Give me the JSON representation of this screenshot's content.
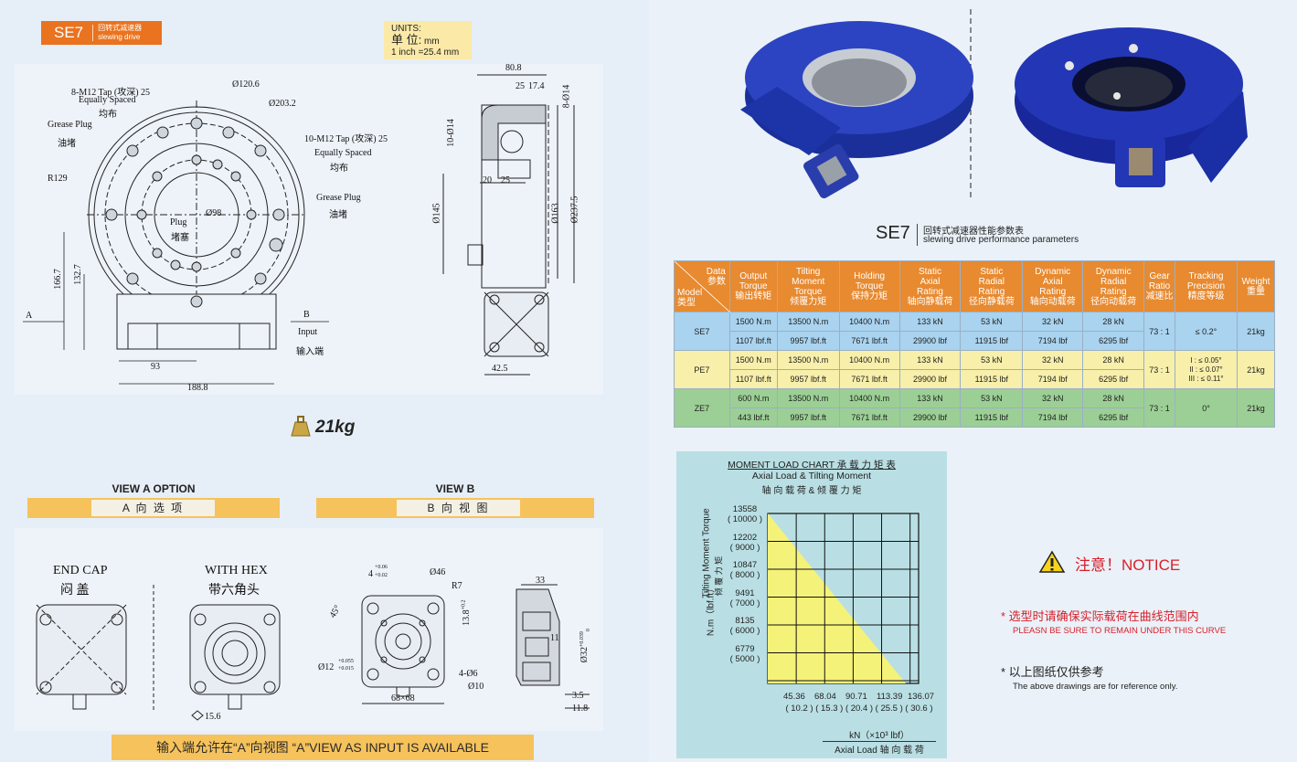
{
  "header": {
    "model": "SE7",
    "sub_cn": "回转式减速器",
    "sub_en": "slewing drive"
  },
  "units": {
    "label": "UNITS:",
    "unit_cn": "单 位:",
    "unit": "mm",
    "conversion": "1 inch =25.4 mm"
  },
  "front_view": {
    "tap8": "8-M12 Tap (攻深) 25",
    "equally8": "Equally Spaced",
    "equally8_cn": "均布",
    "grease1": "Grease Plug",
    "grease1_cn": "油堵",
    "d120": "Ø120.6",
    "d203": "Ø203.2",
    "tap10": "10-M12 Tap (攻深) 25",
    "equally10": "Equally Spaced",
    "equally10_cn": "均布",
    "grease2": "Grease Plug",
    "grease2_cn": "油堵",
    "r129": "R129",
    "d98": "Ø98",
    "plug": "Plug",
    "plug_cn": "堵塞",
    "h166": "166.7",
    "h132": "132.7",
    "a": "A",
    "b": "B",
    "input": "Input",
    "input_cn": "输入端",
    "w93": "93",
    "w188": "188.8"
  },
  "side_view": {
    "w80": "80.8",
    "w25": "25",
    "w17": "17.4",
    "d8x14": "8-Ø14",
    "d10x14": "10-Ø14",
    "w20": "20",
    "w25b": "25",
    "d145": "Ø145",
    "d163": "Ø163",
    "d237": "Ø237.5",
    "w42": "42.5"
  },
  "weight": "21kg",
  "view_a": {
    "title": "VIEW A OPTION",
    "bar": "A 向 选 项",
    "end_cap": "END CAP",
    "end_cap_cn": "闷  盖",
    "with_hex": "WITH HEX",
    "with_hex_cn": "带六角头",
    "hex": "15.6"
  },
  "view_b": {
    "title": "VIEW B",
    "bar": "B 向 视 图",
    "tol4": "4",
    "tol4_up": "+0.06",
    "tol4_dn": "+0.02",
    "d46": "Ø46",
    "r7": "R7",
    "angle": "45°",
    "h13": "13.8",
    "h13_tol": "+0.2",
    "d12": "Ø12",
    "d12_up": "+0.055",
    "d12_dn": "+0.015",
    "holes": "4-Ø6",
    "d10": "Ø10",
    "sq": "68×68",
    "w33": "33",
    "w11": "11",
    "d32": "Ø32",
    "d32_up": "+0.039",
    "d32_dn": "0",
    "w3": "3.5",
    "w11b": "11.8"
  },
  "bottom_note": "输入端允许在“A”向视图 “A”VIEW AS INPUT IS AVAILABLE",
  "perf": {
    "model": "SE7",
    "cn": "回转式减速器性能参数表",
    "en": "slewing drive performance parameters",
    "headers": {
      "data": "Data",
      "param": "参数",
      "model": "Model",
      "type": "类型",
      "cols": [
        [
          "Output",
          "Torque",
          "输出转矩"
        ],
        [
          "Tilting",
          "Moment",
          "Torque",
          "倾覆力矩"
        ],
        [
          "Holding",
          "Torque",
          "保持力矩"
        ],
        [
          "Static",
          "Axial",
          "Rating",
          "轴向静载荷"
        ],
        [
          "Static",
          "Radial",
          "Rating",
          "径向静载荷"
        ],
        [
          "Dynamic",
          "Axial",
          "Rating",
          "轴向动载荷"
        ],
        [
          "Dynamic",
          "Radial",
          "Rating",
          "径向动载荷"
        ],
        [
          "Gear",
          "Ratio",
          "减速比"
        ],
        [
          "Tracking",
          "Precision",
          "精度等级"
        ],
        [
          "Weight",
          "重量"
        ]
      ]
    },
    "rows": [
      {
        "model": "SE7",
        "r1": [
          "1500 N.m",
          "13500 N.m",
          "10400 N.m",
          "133 kN",
          "53 kN",
          "32 kN",
          "28 kN"
        ],
        "r2": [
          "1107 lbf.ft",
          "9957 lbf.ft",
          "7671 lbf.ft",
          "29900 lbf",
          "11915 lbf",
          "7194 lbf",
          "6295 lbf"
        ],
        "ratio": "73 : 1",
        "prec": [
          "≤ 0.2°"
        ],
        "weight": "21kg"
      },
      {
        "model": "PE7",
        "r1": [
          "1500 N.m",
          "13500 N.m",
          "10400 N.m",
          "133 kN",
          "53 kN",
          "32 kN",
          "28 kN"
        ],
        "r2": [
          "1107 lbf.ft",
          "9957 lbf.ft",
          "7671 lbf.ft",
          "29900 lbf",
          "11915 lbf",
          "7194 lbf",
          "6295 lbf"
        ],
        "ratio": "73 : 1",
        "prec": [
          "I : ≤ 0.05°",
          "II : ≤ 0.07°",
          "III : ≤ 0.11°"
        ],
        "weight": "21kg"
      },
      {
        "model": "ZE7",
        "r1": [
          "600 N.m",
          "13500 N.m",
          "10400 N.m",
          "133 kN",
          "53 kN",
          "32 kN",
          "28 kN"
        ],
        "r2": [
          "443 lbf.ft",
          "9957 lbf.ft",
          "7671 lbf.ft",
          "29900 lbf",
          "11915 lbf",
          "7194 lbf",
          "6295 lbf"
        ],
        "ratio": "73 : 1",
        "prec": [
          "0°"
        ],
        "weight": "21kg"
      }
    ]
  },
  "moment_chart": {
    "title": "MOMENT LOAD CHART 承 载 力 矩 表",
    "sub_en": "Axial Load & Tilting Moment",
    "sub_cn": "轴 向 载 荷 & 倾 覆 力 矩",
    "ylabel1": "N.m（lbf.ft）",
    "ylabel2": "Tilting Moment Torque",
    "ylabel3": "倾 覆 力 矩",
    "xlabel1": "kN（×10³ lbf）",
    "xlabel2": "Axial Load 轴 向 载 荷",
    "y_ticks": [
      [
        "13558",
        "( 10000 )"
      ],
      [
        "12202",
        "( 9000 )"
      ],
      [
        "10847",
        "( 8000 )"
      ],
      [
        "9491",
        "( 7000 )"
      ],
      [
        "8135",
        "( 6000 )"
      ],
      [
        "6779",
        "( 5000 )"
      ]
    ],
    "x_ticks": [
      "45.36",
      "68.04",
      "90.71",
      "113.39",
      "136.07"
    ],
    "x_ticks_sub": "( 10.2 ) ( 15.3 ) ( 20.4 ) ( 25.5 ) ( 30.6 )"
  },
  "notice": {
    "title": "注意！NOTICE",
    "line1_cn": "*  选型时请确保实际载荷在曲线范围内",
    "line1_en": "PLEASN BE SURE TO REMAIN UNDER THIS CURVE",
    "line2_cn": "*  以上图纸仅供参考",
    "line2_en": "The above drawings are for reference only."
  },
  "colors": {
    "orange": "#e9731f",
    "yellow_bar": "#f6c25b",
    "se_row": "#a9d3ef",
    "pe_row": "#f7efaa",
    "ze_row": "#9ccf95",
    "chart_bg": "#b9dfe4",
    "chart_fill": "#f5f27a",
    "product_blue": "#1b2f9a",
    "notice_red": "#d8202b"
  }
}
